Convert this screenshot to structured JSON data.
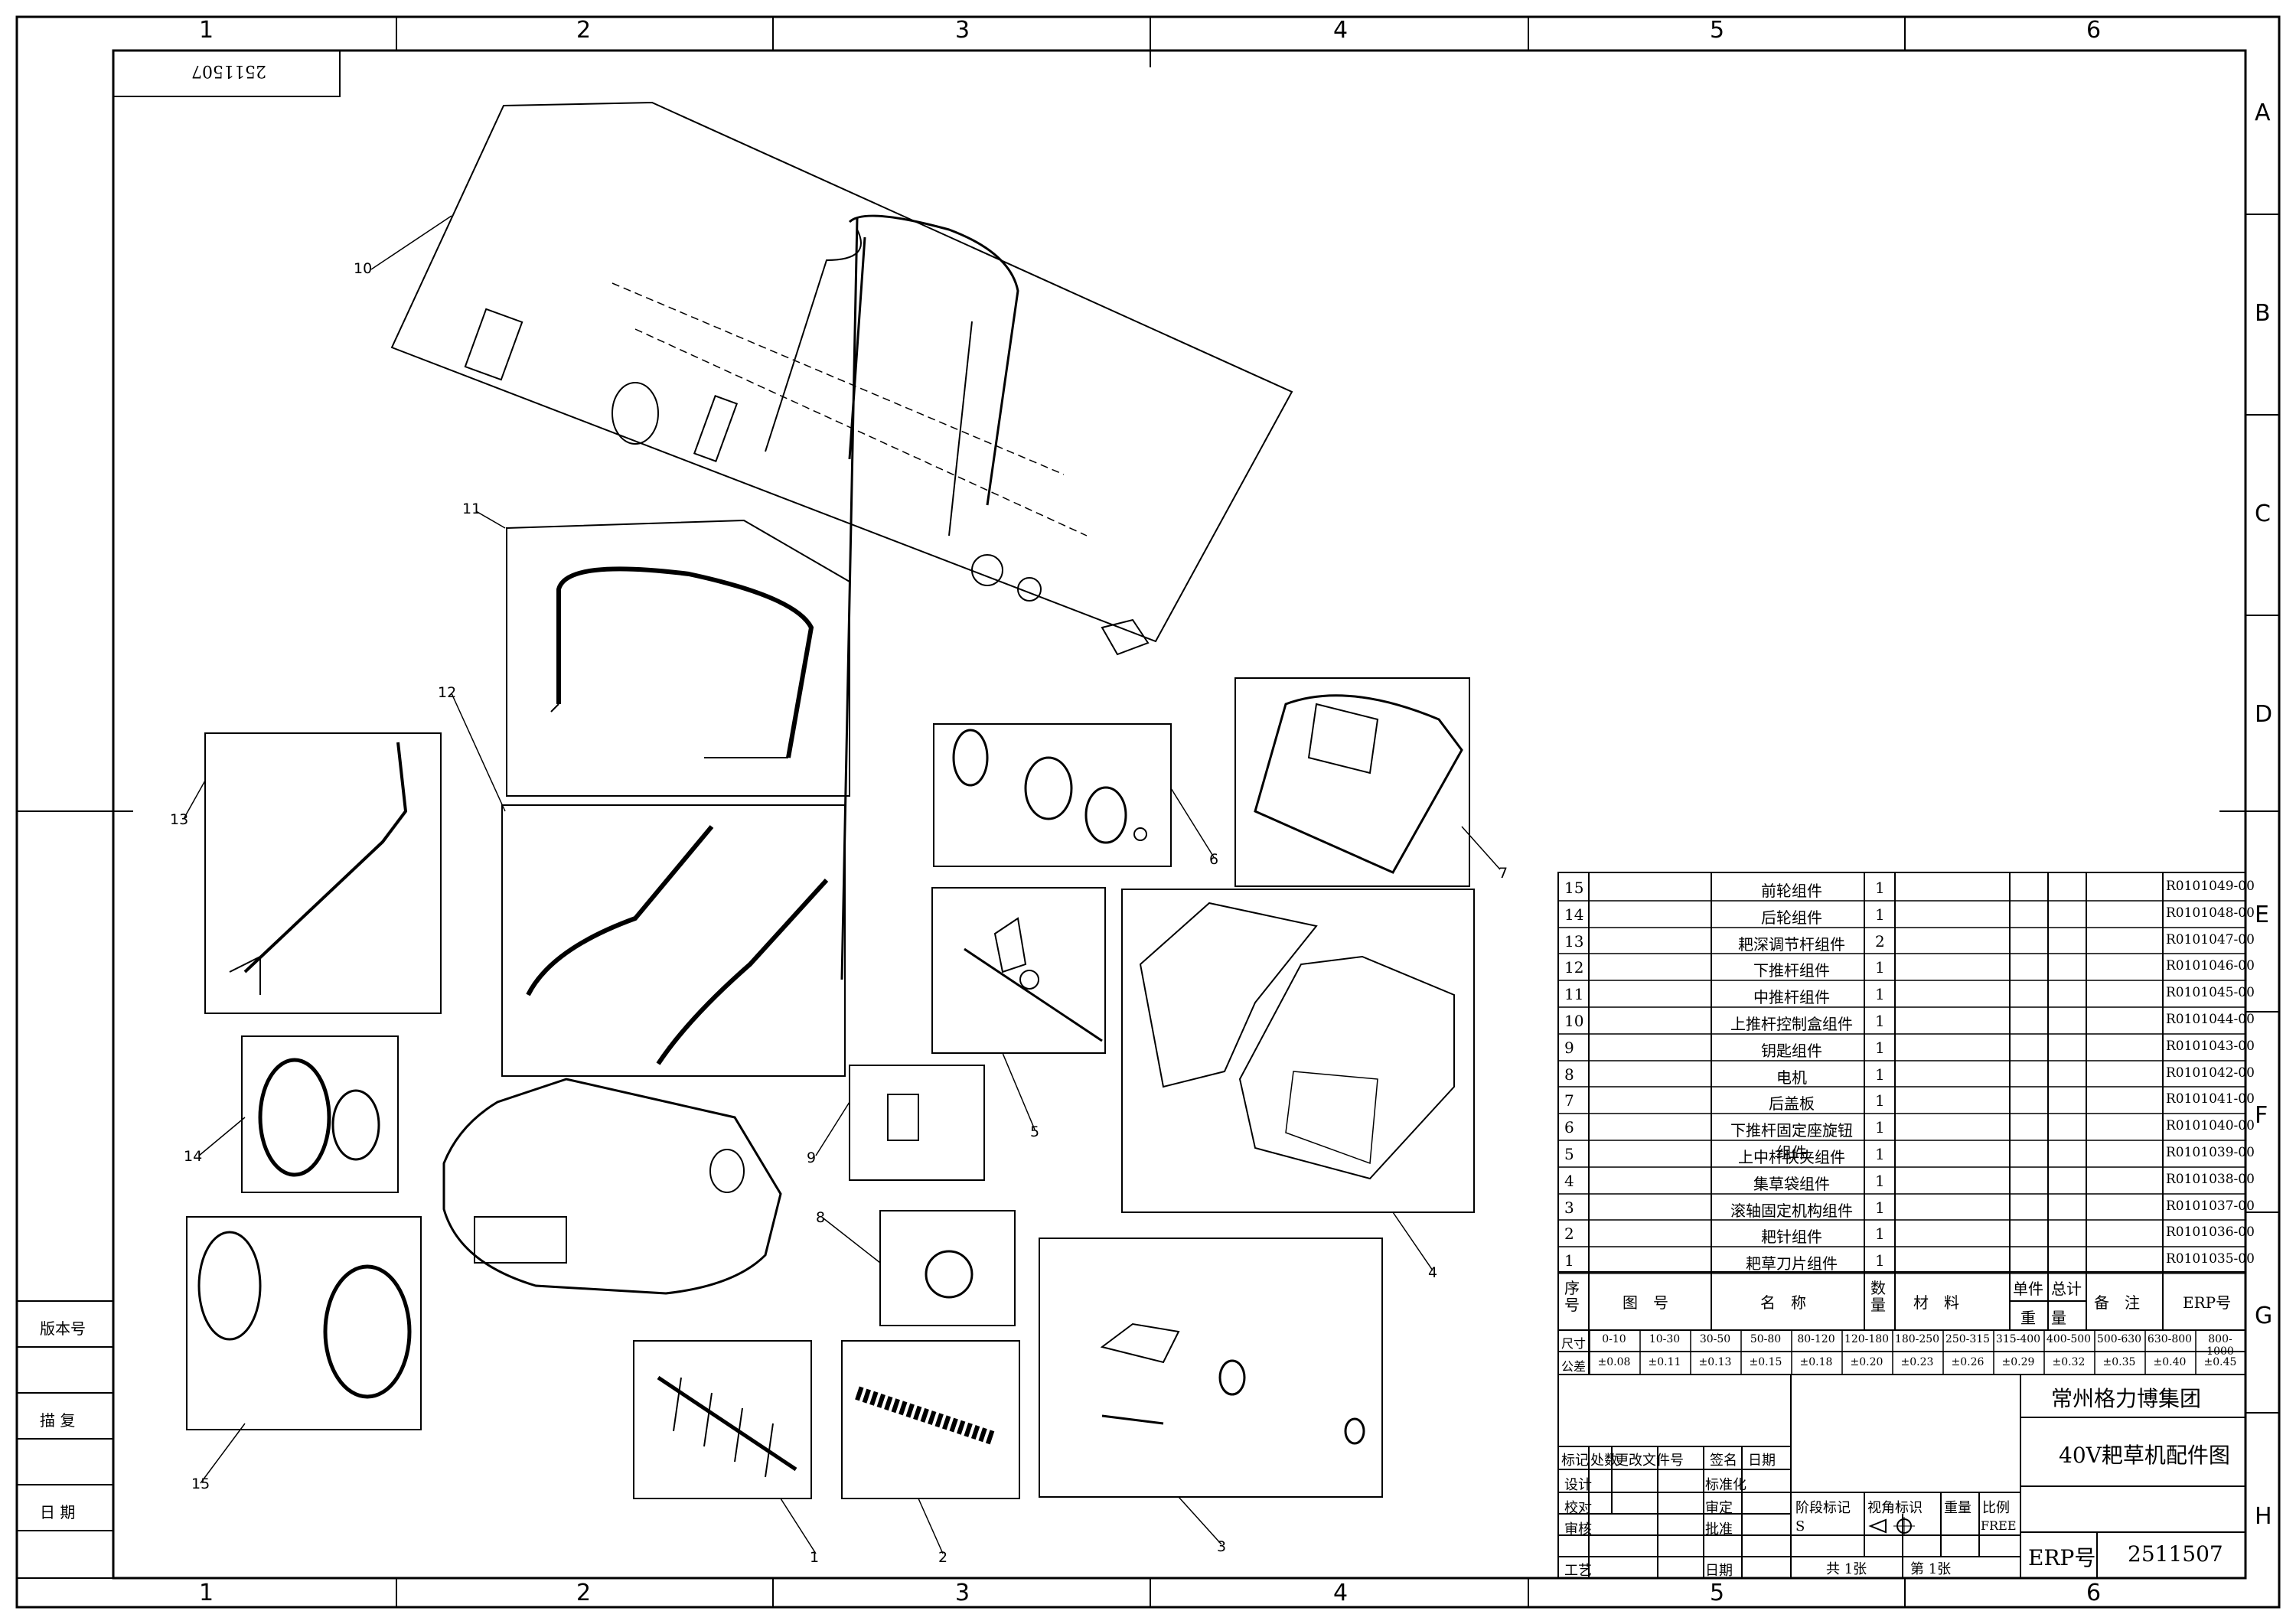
{
  "drawing": {
    "col_labels": [
      "1",
      "2",
      "3",
      "4",
      "5",
      "6"
    ],
    "row_labels": [
      "A",
      "B",
      "C",
      "D",
      "E",
      "F",
      "G",
      "H"
    ],
    "mirrored_stamp": "2511507",
    "side_labels": [
      "版本号",
      "描 复",
      "日 期"
    ]
  },
  "callouts": [
    "1",
    "2",
    "3",
    "4",
    "5",
    "6",
    "7",
    "8",
    "9",
    "10",
    "11",
    "12",
    "13",
    "14",
    "15"
  ],
  "bom": {
    "rows": [
      {
        "no": "15",
        "name": "前轮组件",
        "qty": "1",
        "erp": "R0101049-00"
      },
      {
        "no": "14",
        "name": "后轮组件",
        "qty": "1",
        "erp": "R0101048-00"
      },
      {
        "no": "13",
        "name": "耙深调节杆组件",
        "qty": "2",
        "erp": "R0101047-00"
      },
      {
        "no": "12",
        "name": "下推杆组件",
        "qty": "1",
        "erp": "R0101046-00"
      },
      {
        "no": "11",
        "name": "中推杆组件",
        "qty": "1",
        "erp": "R0101045-00"
      },
      {
        "no": "10",
        "name": "上推杆控制盒组件",
        "qty": "1",
        "erp": "R0101044-00"
      },
      {
        "no": "9",
        "name": "钥匙组件",
        "qty": "1",
        "erp": "R0101043-00"
      },
      {
        "no": "8",
        "name": "电机",
        "qty": "1",
        "erp": "R0101042-00"
      },
      {
        "no": "7",
        "name": "后盖板",
        "qty": "1",
        "erp": "R0101041-00"
      },
      {
        "no": "6",
        "name": "下推杆固定座旋钮组件",
        "qty": "1",
        "erp": "R0101040-00"
      },
      {
        "no": "5",
        "name": "上中杆快夹组件",
        "qty": "1",
        "erp": "R0101039-00"
      },
      {
        "no": "4",
        "name": "集草袋组件",
        "qty": "1",
        "erp": "R0101038-00"
      },
      {
        "no": "3",
        "name": "滚轴固定机构组件",
        "qty": "1",
        "erp": "R0101037-00"
      },
      {
        "no": "2",
        "name": "耙针组件",
        "qty": "1",
        "erp": "R0101036-00"
      },
      {
        "no": "1",
        "name": "耙草刀片组件",
        "qty": "1",
        "erp": "R0101035-00"
      }
    ],
    "header": {
      "seq": "序号",
      "drawing_no": "图　号",
      "name": "名　称",
      "qty": "数量",
      "material": "材　料",
      "unit_weight": "单件",
      "total_weight": "总计",
      "weight": "重　量",
      "remark": "备　注",
      "erp": "ERP号"
    }
  },
  "tolerance": {
    "size_label": "尺寸",
    "tol_label": "公差",
    "ranges": [
      "0-10",
      "10-30",
      "30-50",
      "50-80",
      "80-120",
      "120-180",
      "180-250",
      "250-315",
      "315-400",
      "400-500",
      "500-630",
      "630-800",
      "800-1000"
    ],
    "values": [
      "±0.08",
      "±0.11",
      "±0.13",
      "±0.15",
      "±0.18",
      "±0.20",
      "±0.23",
      "±0.26",
      "±0.29",
      "±0.32",
      "±0.35",
      "±0.40",
      "±0.45"
    ]
  },
  "title_block": {
    "company": "常州格力博集团",
    "title": "40V耙草机配件图",
    "erp_label": "ERP号",
    "erp_value": "2511507",
    "rev_headers": [
      "标记",
      "处数",
      "更改文件号",
      "签名",
      "日期"
    ],
    "roles": [
      "设计",
      "校对",
      "审核",
      "工艺"
    ],
    "roles2": [
      "标准化",
      "审定",
      "批准",
      "日期"
    ],
    "stage": "阶段标记",
    "view": "视角标识",
    "weight": "重量",
    "scale": "比例",
    "stage_val": "S",
    "scale_val": "FREE",
    "total_sheets": "共 1张",
    "sheet": "第 1张"
  }
}
